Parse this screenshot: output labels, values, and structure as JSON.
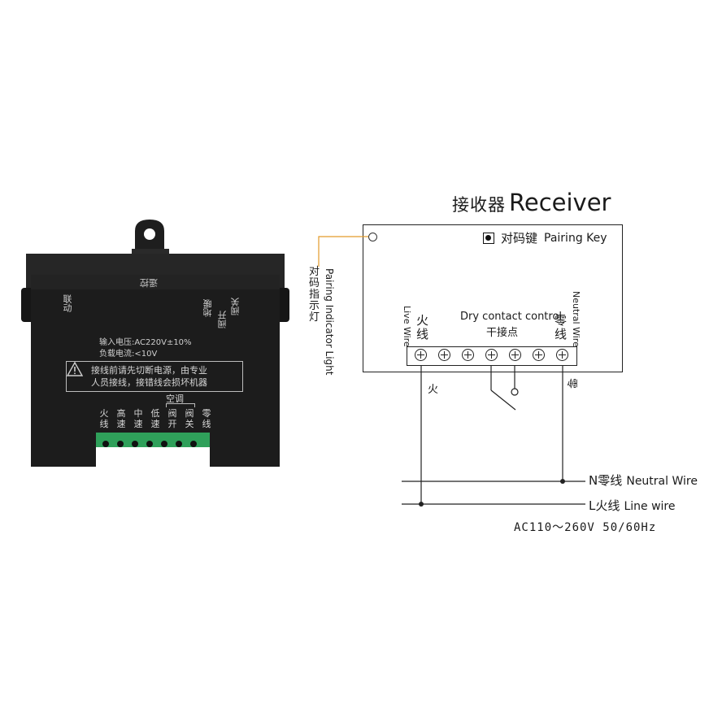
{
  "device": {
    "top_label": "遥控",
    "left_label": "联动",
    "right_label_1": "地暖",
    "right_label_2": "阀关",
    "right_label_3": "阀开",
    "spec_voltage": "输入电压:AC220V±10%",
    "spec_current": "负载电流:<10V",
    "warning_line1": "接线前请先切断电源，由专业",
    "warning_line2": "人员接线，接错线会损坏机器",
    "ac_label": "空调",
    "terminals": [
      "火线",
      "高速",
      "中速",
      "低速",
      "阀开",
      "阀关",
      "零线"
    ],
    "colors": {
      "body": "#1b1b1b",
      "terminal_block": "#2fa05a"
    }
  },
  "diagram": {
    "title_cn": "接收器",
    "title_en": "Receiver",
    "pairing_key_cn": "对码键",
    "pairing_key_en": "Pairing Key",
    "indicator_cn": "对码指示灯",
    "indicator_en": "Pairing Indicator Light",
    "live_cn": "火线",
    "live_en": "Live Wire",
    "neutral_cn": "零线",
    "neutral_en": "Neutral Wire",
    "dry_contact_en": "Dry contact control",
    "dry_contact_cn": "干接点",
    "wire_mark_live": "火",
    "wire_mark_neutral": "零",
    "mains_n_prefix": "N",
    "mains_n_cn": "零线",
    "mains_n_en": "Neutral Wire",
    "mains_l_prefix": "L",
    "mains_l_cn": "火线",
    "mains_l_en": "Line wire",
    "ac_spec": "AC110～260V 50/60Hz",
    "colors": {
      "indicator_leader": "#e39a2a",
      "line": "#222222"
    }
  }
}
